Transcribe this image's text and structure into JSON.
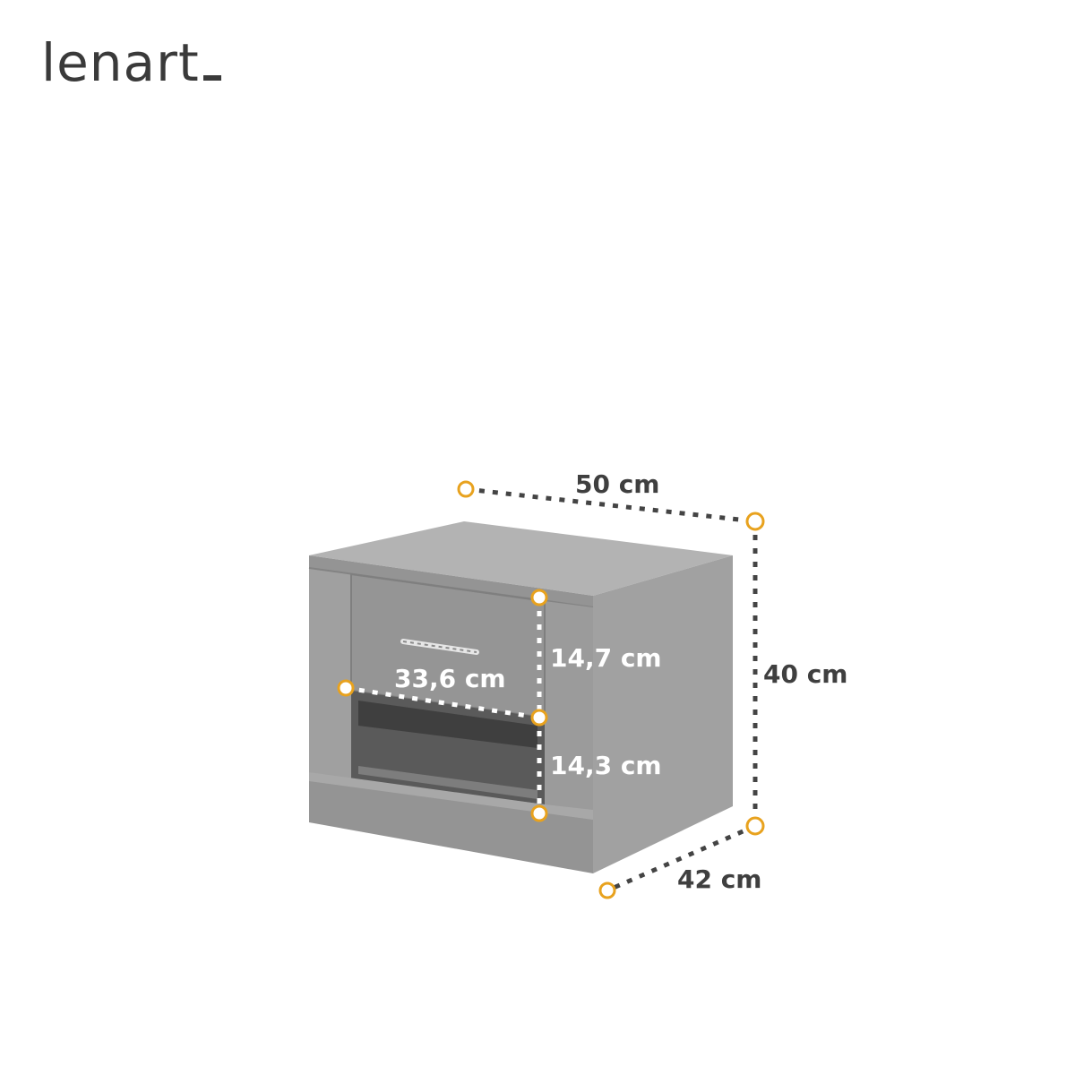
{
  "brand": {
    "logo_text": "lenart"
  },
  "dimensions": {
    "width": "50 cm",
    "height": "40 cm",
    "depth": "42 cm",
    "drawer_height": "14,7 cm",
    "niche_height": "14,3 cm",
    "niche_width": "33,6 cm"
  },
  "colors": {
    "furniture": "#9a9a9a",
    "marker_stroke": "#e8a21e",
    "dimension_line": "#444444",
    "label_text": "#3f3f3f"
  }
}
